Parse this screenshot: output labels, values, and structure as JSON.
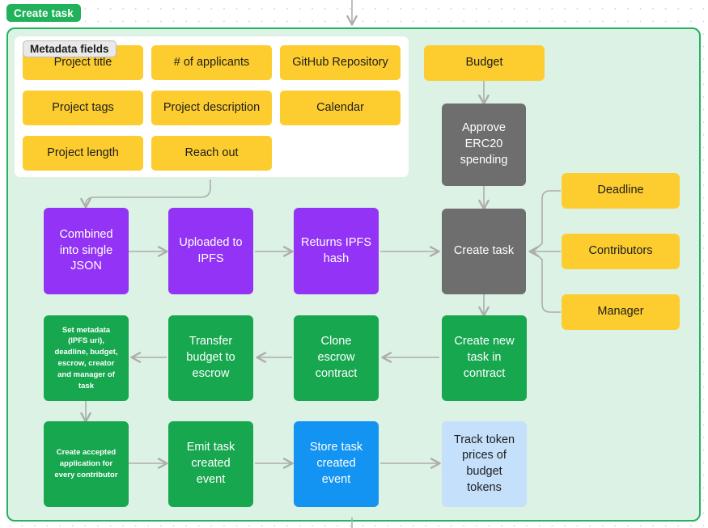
{
  "group": {
    "badge_label": "Create task",
    "badge_color": "#20b15a",
    "background_color": "#dcf2e4",
    "border_color": "#22b260"
  },
  "metadata_panel": {
    "badge_label": "Metadata fields",
    "fields": [
      {
        "label": "Project title"
      },
      {
        "label": "# of applicants"
      },
      {
        "label": "GitHub Repository"
      },
      {
        "label": "Project tags"
      },
      {
        "label": "Project description"
      },
      {
        "label": "Calendar"
      },
      {
        "label": "Project length"
      },
      {
        "label": "Reach out"
      }
    ]
  },
  "nodes": {
    "budget": "Budget",
    "approve_erc20": "Approve\nERC20\nspending",
    "combined_json": "Combined\ninto single\nJSON",
    "uploaded_ipfs": "Uploaded to\nIPFS",
    "returns_hash": "Returns IPFS\nhash",
    "create_task": "Create task",
    "deadline": "Deadline",
    "contributors": "Contributors",
    "manager": "Manager",
    "set_metadata": "Set metadata\n(IPFS uri),\ndeadline, budget,\nescrow, creator\nand manager of\ntask",
    "transfer_budget": "Transfer\nbudget to\nescrow",
    "clone_escrow": "Clone\nescrow\ncontract",
    "create_new_task": "Create new\ntask in\ncontract",
    "create_accepted_application": "Create accepted\napplication for\nevery contributor",
    "emit_event": "Emit task\ncreated\nevent",
    "store_event": "Store task\ncreated\nevent",
    "track_prices": "Track token\nprices of\nbudget\ntokens"
  },
  "colors": {
    "yellow": "#fdcd2f",
    "purple": "#9333f5",
    "gray": "#6e6e6e",
    "green": "#17a74f",
    "blue": "#1393f2",
    "light_blue": "#c5e0fb",
    "edge": "#adadad"
  }
}
